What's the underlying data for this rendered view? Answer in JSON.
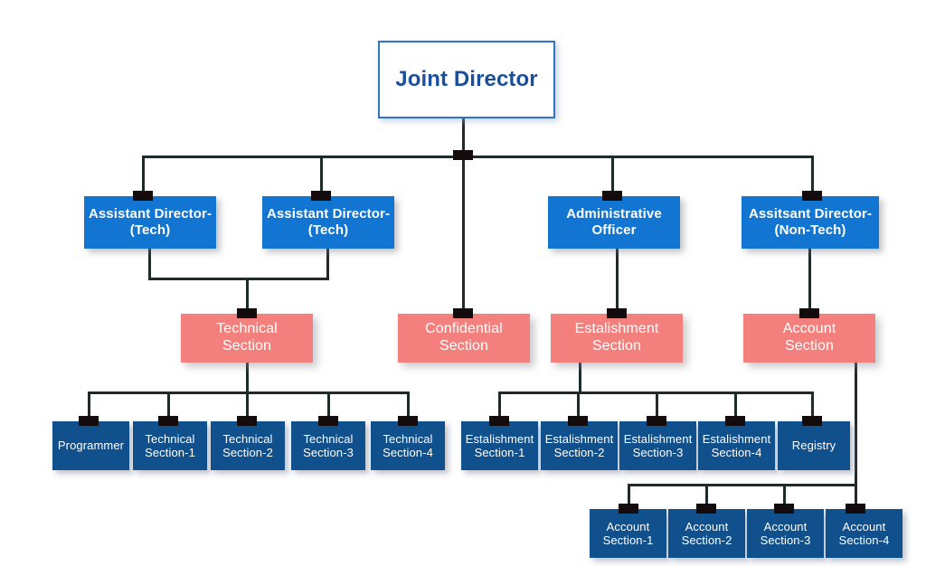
{
  "chart_data": {
    "type": "diagram",
    "title": "Organizational Hierarchy Chart",
    "orientation": "top-down",
    "levels": 4,
    "colors": {
      "root_fill": "#FFFFFF",
      "root_border": "#2E75C8",
      "root_text": "#1B4F9C",
      "director_fill": "#1275D2",
      "section_fill": "#F4807E",
      "leaf_fill": "#10508C",
      "connector": "#1D2B2B",
      "clip": "#140C0C",
      "background": "#FFFFFF"
    }
  },
  "root": {
    "label": "Joint Director"
  },
  "directors": [
    {
      "label": "Assistant Director-\n(Tech)"
    },
    {
      "label": "Assistant Director-\n(Tech)"
    },
    {
      "label": "Administrative\nOfficer"
    },
    {
      "label": "Assitsant Director-\n(Non-Tech)"
    }
  ],
  "sections": [
    {
      "label": "Technical\nSection"
    },
    {
      "label": "Confidential\nSection"
    },
    {
      "label": "Estalishment\nSection"
    },
    {
      "label": "Account\nSection"
    }
  ],
  "technical_children": [
    {
      "label": "Programmer"
    },
    {
      "label": "Technical\nSection-1"
    },
    {
      "label": "Technical\nSection-2"
    },
    {
      "label": "Technical\nSection-3"
    },
    {
      "label": "Technical\nSection-4"
    }
  ],
  "establishment_children": [
    {
      "label": "Estalishment\nSection-1"
    },
    {
      "label": "Estalishment\nSection-2"
    },
    {
      "label": "Estalishment\nSection-3"
    },
    {
      "label": "Estalishment\nSection-4"
    },
    {
      "label": "Registry"
    }
  ],
  "account_children": [
    {
      "label": "Account\nSection-1"
    },
    {
      "label": "Account\nSection-2"
    },
    {
      "label": "Account\nSection-3"
    },
    {
      "label": "Account\nSection-4"
    }
  ]
}
